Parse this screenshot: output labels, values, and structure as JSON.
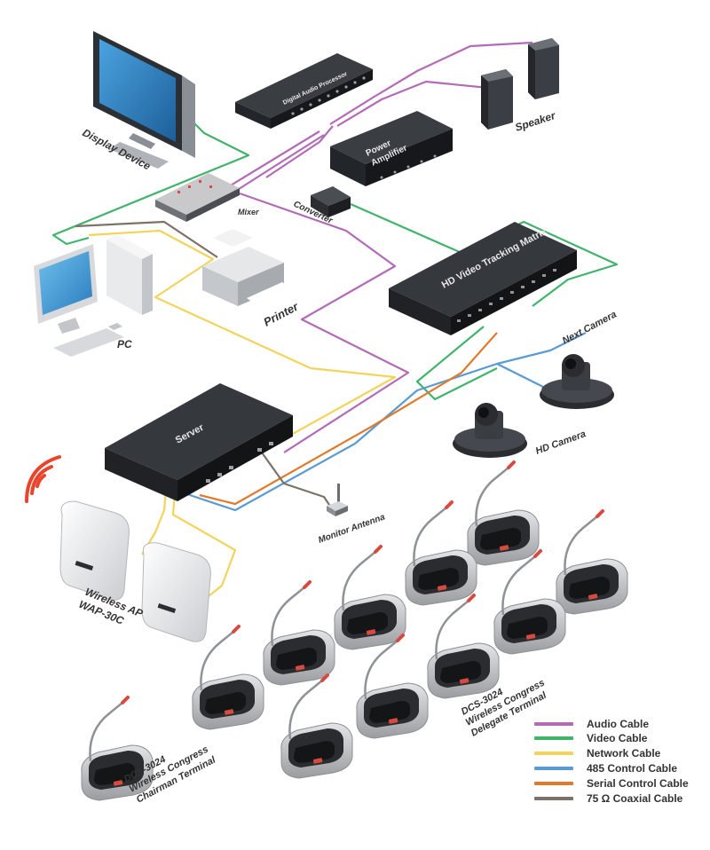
{
  "devices": {
    "display": "Display Device",
    "dsp": "Digital Audio Processor",
    "amplifier": "Power Amplifier",
    "speaker": "Speaker",
    "mixer": "Mixer",
    "converter": "Converter",
    "pc": "PC",
    "printer": "Printer",
    "matrix": "HD Video Tracking Matrix",
    "next_camera": "Next Camera",
    "hd_camera": "HD Camera",
    "server": "Server",
    "antenna": "Monitor Antenna",
    "ap_line1": "Wireless AP",
    "ap_line2": "WAP-30C",
    "chairman_line1": "DCS-3024",
    "chairman_line2": "Wireless Congress",
    "chairman_line3": "Chairman Terminal",
    "delegate_line1": "DCS-3024",
    "delegate_line2": "Wireless Congress",
    "delegate_line3": "Delegate Terminal"
  },
  "legend": [
    {
      "label": "Audio Cable",
      "color": "#b36bb8"
    },
    {
      "label": "Video Cable",
      "color": "#3fb46a"
    },
    {
      "label": "Network Cable",
      "color": "#f2d45c"
    },
    {
      "label": "485 Control Cable",
      "color": "#5a9bd4"
    },
    {
      "label": "Serial Control Cable",
      "color": "#e07b2e"
    },
    {
      "label": "75 Ω Coaxial Cable",
      "color": "#7d7268"
    }
  ],
  "colors": {
    "audio": "#b36bb8",
    "video": "#3fb46a",
    "network": "#f2d45c",
    "control485": "#5a9bd4",
    "serial": "#e07b2e",
    "coax": "#7d7268",
    "wifi": "#e8452c"
  }
}
